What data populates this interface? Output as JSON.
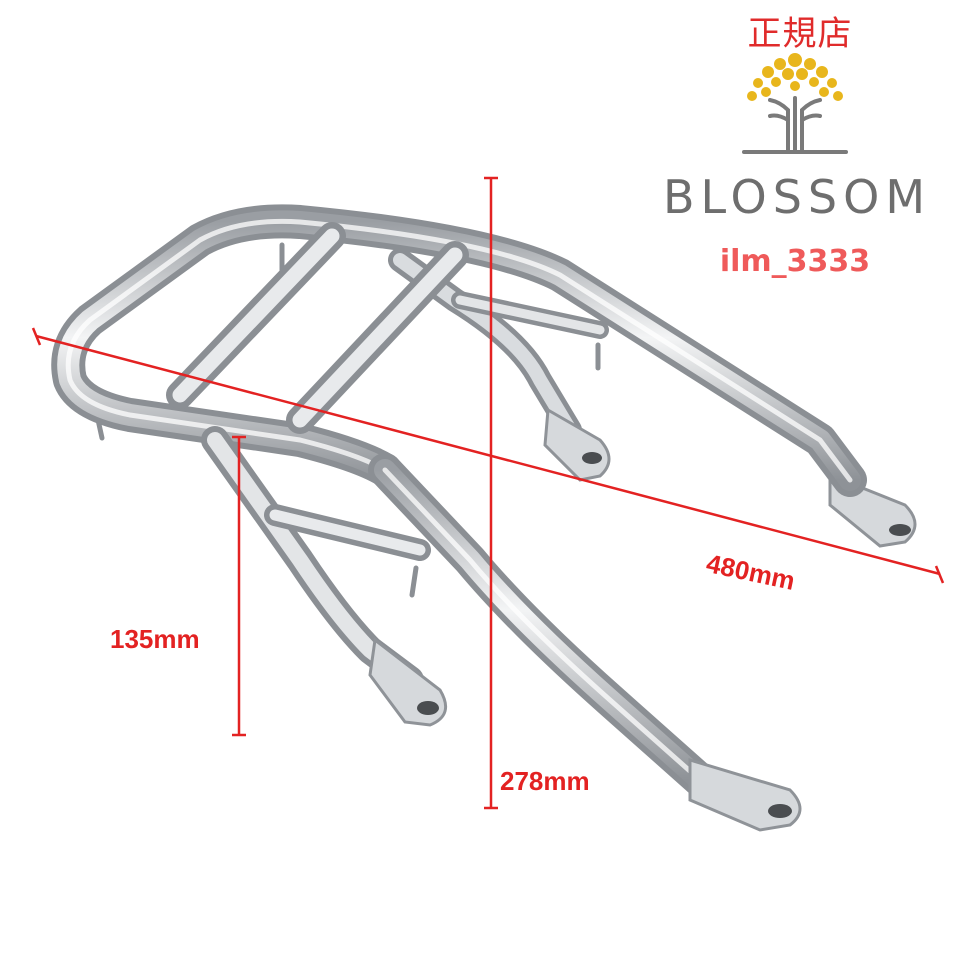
{
  "badge": {
    "text": "正規店"
  },
  "brand": {
    "name": "BLOSSOM",
    "handle": "ilm_3333"
  },
  "product": {
    "icon": "rear-carrier-rack-icon",
    "dimensions": {
      "length": "480mm",
      "height": "135mm",
      "width": "278mm"
    }
  },
  "colors": {
    "dimension": "#e32222",
    "brand_text": "#6e6e6e",
    "badge": "#e02b2b",
    "logo_leaves": "#e8b61c",
    "tube": "#c8ccd0"
  }
}
